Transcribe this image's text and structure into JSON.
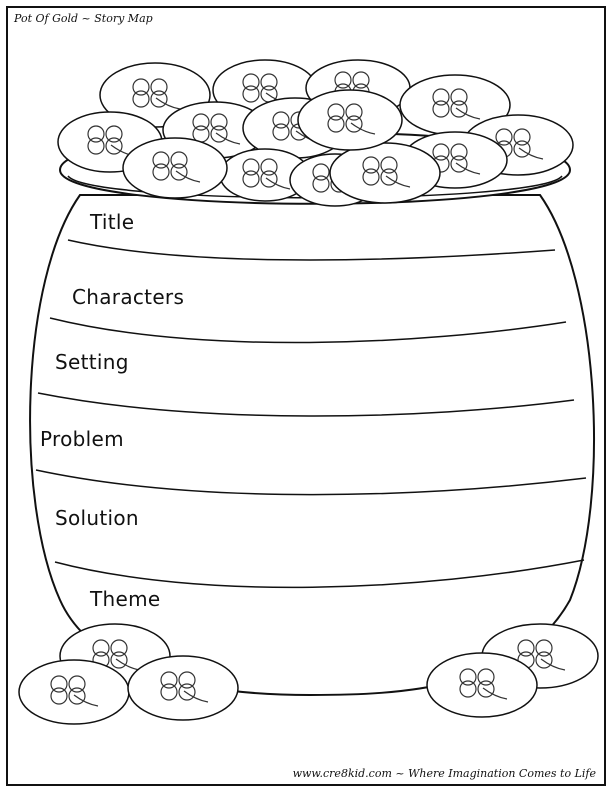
{
  "header": {
    "title": "Pot Of Gold ~ Story Map"
  },
  "sections": {
    "title": "Title",
    "characters": "Characters",
    "setting": "Setting",
    "problem": "Problem",
    "solution": "Solution",
    "theme": "Theme"
  },
  "footer": {
    "credit": "www.cre8kid.com ~ Where Imagination Comes to Life"
  },
  "decor": {
    "coin_icon": "shamrock-coin-icon",
    "pot_icon": "pot-of-gold-icon"
  }
}
